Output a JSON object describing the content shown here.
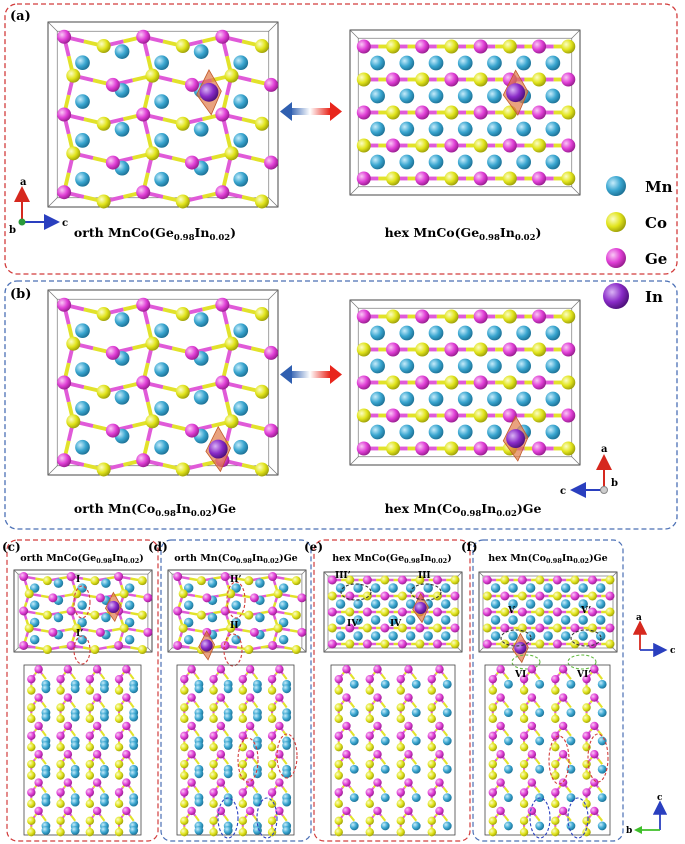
{
  "panels": {
    "a": "(a)",
    "b": "(b)",
    "c": "(c)",
    "d": "(d)",
    "e": "(e)",
    "f": "(f)"
  },
  "captions": {
    "a_left": {
      "base": "orth MnCo(Ge",
      "s1": "0.98",
      "m": "In",
      "s2": "0.02",
      "end": ")"
    },
    "a_right": {
      "base": "hex MnCo(Ge",
      "s1": "0.98",
      "m": "In",
      "s2": "0.02",
      "end": ")"
    },
    "b_left": {
      "base": "orth Mn(Co",
      "s1": "0.98",
      "m": "In",
      "s2": "0.02",
      "end": ")Ge"
    },
    "b_right": {
      "base": "hex Mn(Co",
      "s1": "0.98",
      "m": "In",
      "s2": "0.02",
      "end": ")Ge"
    },
    "c": {
      "base": "orth MnCo(Ge",
      "s1": "0.98",
      "m": "In",
      "s2": "0.02",
      "end": ")"
    },
    "d": {
      "base": "orth Mn(Co",
      "s1": "0.98",
      "m": "In",
      "s2": "0.02",
      "end": ")Ge"
    },
    "e": {
      "base": "hex MnCo(Ge",
      "s1": "0.98",
      "m": "In",
      "s2": "0.02",
      "end": ")"
    },
    "f": {
      "base": "hex Mn(Co",
      "s1": "0.98",
      "m": "In",
      "s2": "0.02",
      "end": ")Ge"
    }
  },
  "legend": [
    {
      "label": "Mn",
      "color": "#3aa6d0"
    },
    {
      "label": "Co",
      "color": "#e1e41c"
    },
    {
      "label": "Ge",
      "color": "#e03fd6"
    },
    {
      "label": "In",
      "color": "#8a2bc8"
    }
  ],
  "axes": {
    "a": "a",
    "b": "b",
    "c": "c"
  },
  "site_labels": {
    "I": "I",
    "I_p": "I’",
    "II": "II",
    "II_p": "II’",
    "III": "III",
    "III_p": "III’",
    "IV": "IV",
    "IV_p": "IV’",
    "V": "V",
    "V_p": "V’",
    "VI": "VI",
    "VI_p": "VI’"
  },
  "colors": {
    "red_border": "#d23c3c",
    "blue_border": "#4a6fb5",
    "bond_pink": "#e05ad8",
    "bond_yellow": "#e8e830",
    "polyhedron": "#e07a48"
  }
}
